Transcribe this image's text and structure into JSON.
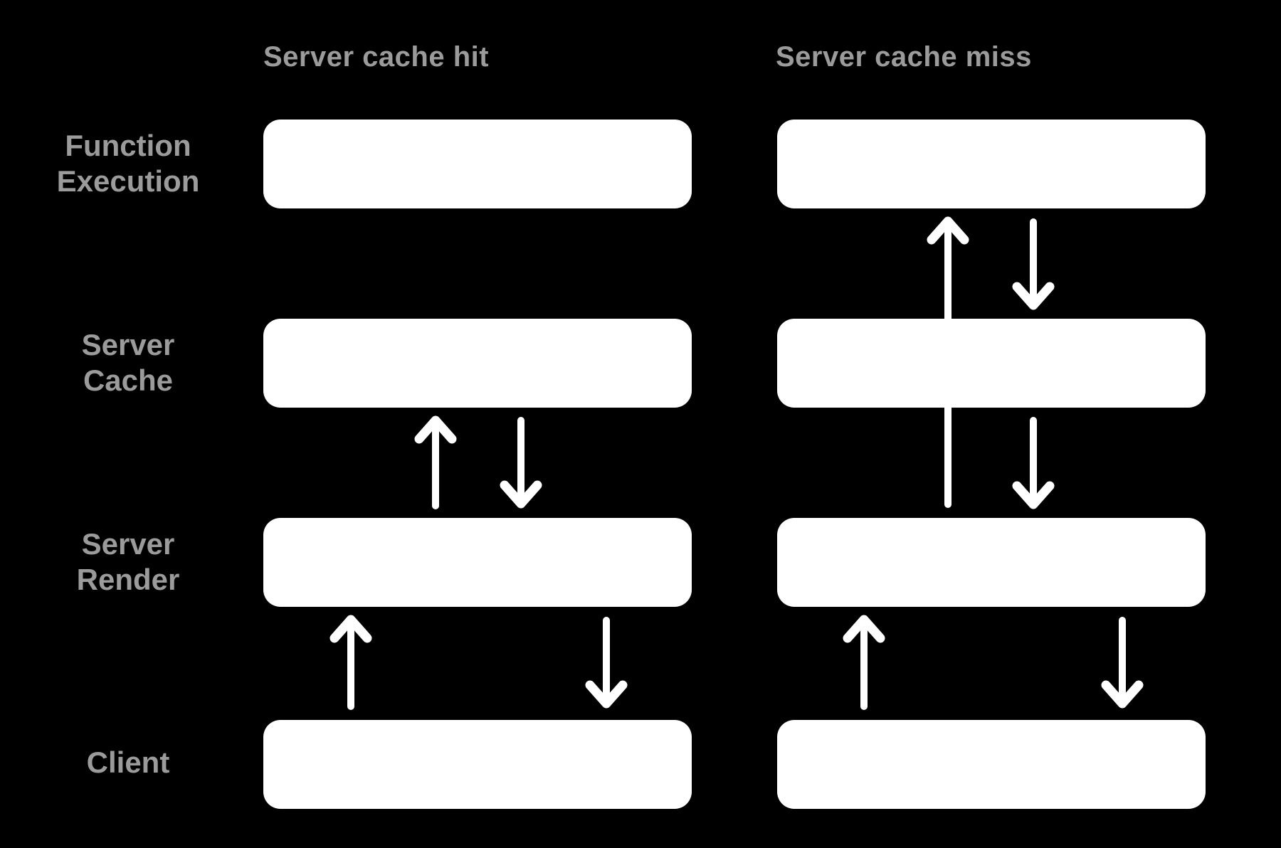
{
  "diagram": {
    "background_color": "#000000",
    "box_color": "#ffffff",
    "label_color": "#9b9b9b",
    "arrow_color": "#ffffff",
    "columns": [
      {
        "id": "hit",
        "title": "Server cache hit"
      },
      {
        "id": "miss",
        "title": "Server cache miss"
      }
    ],
    "rows": [
      {
        "id": "function-execution",
        "lines": [
          "Function",
          "Execution"
        ]
      },
      {
        "id": "server-cache",
        "lines": [
          "Server",
          "Cache"
        ]
      },
      {
        "id": "server-render",
        "lines": [
          "Server",
          "Render"
        ]
      },
      {
        "id": "client",
        "lines": [
          "Client"
        ]
      }
    ],
    "boxes": [
      {
        "column": "hit",
        "row": "function-execution"
      },
      {
        "column": "hit",
        "row": "server-cache"
      },
      {
        "column": "hit",
        "row": "server-render"
      },
      {
        "column": "hit",
        "row": "client"
      },
      {
        "column": "miss",
        "row": "function-execution"
      },
      {
        "column": "miss",
        "row": "server-cache"
      },
      {
        "column": "miss",
        "row": "server-render"
      },
      {
        "column": "miss",
        "row": "client"
      }
    ],
    "connections": [
      {
        "column": "hit",
        "from": "server-render",
        "to": "server-cache",
        "direction": "up"
      },
      {
        "column": "hit",
        "from": "server-cache",
        "to": "server-render",
        "direction": "down"
      },
      {
        "column": "hit",
        "from": "client",
        "to": "server-render",
        "direction": "up"
      },
      {
        "column": "hit",
        "from": "server-render",
        "to": "client",
        "direction": "down"
      },
      {
        "column": "miss",
        "from": "server-render",
        "to": "function-execution",
        "direction": "up",
        "note": "long arrow passing behind server-cache box"
      },
      {
        "column": "miss",
        "from": "function-execution",
        "to": "server-cache",
        "direction": "down"
      },
      {
        "column": "miss",
        "from": "server-cache",
        "to": "server-render",
        "direction": "down"
      },
      {
        "column": "miss",
        "from": "client",
        "to": "server-render",
        "direction": "up"
      },
      {
        "column": "miss",
        "from": "server-render",
        "to": "client",
        "direction": "down"
      }
    ]
  }
}
